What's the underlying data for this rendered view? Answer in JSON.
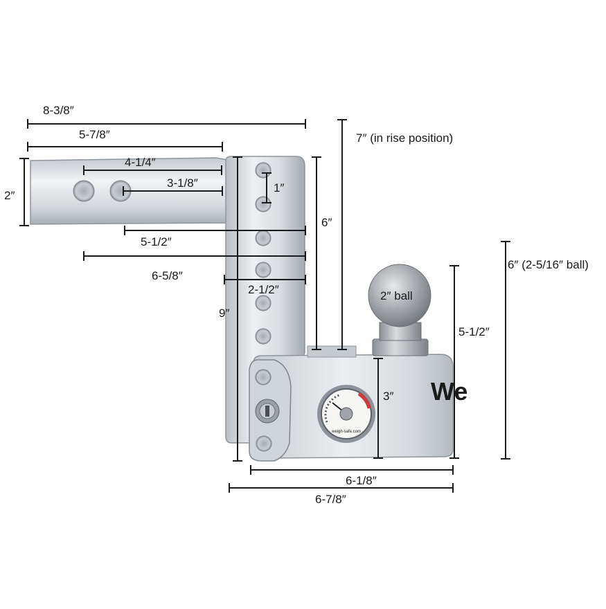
{
  "diagram": {
    "product": {
      "gauge_site": "weigh-safe.com",
      "brand_letters": "We"
    },
    "dimensions": {
      "overall_length": "8-3/8″",
      "shank_to_hole": "5-7/8″",
      "hole_spacing_a": "4-1/4″",
      "hole_spacing_b": "3-1/8″",
      "shank_height": "2″",
      "hole_pitch": "1″",
      "drop_span": "6″",
      "rise_position": "7″ (in rise position)",
      "span_5_1_2": "5-1/2″",
      "span_6_5_8": "6-5/8″",
      "span_2_1_2": "2-1/2″",
      "drop_overall": "9″",
      "ball_size": "2″ ball",
      "ball_height": "5-1/2″",
      "ball_height_alt": "6″ (2-5/16″ ball)",
      "head_height": "3″",
      "head_length": "6-1/8″",
      "head_overall": "6-7/8″"
    },
    "colors": {
      "aluminum_light": "#e6e9ec",
      "aluminum_mid": "#c9ced3",
      "aluminum_dark": "#9aa1a8",
      "steel_ball": "#b3b6b9",
      "gauge_red": "#d23a3a",
      "line": "#1a1a1a"
    }
  }
}
